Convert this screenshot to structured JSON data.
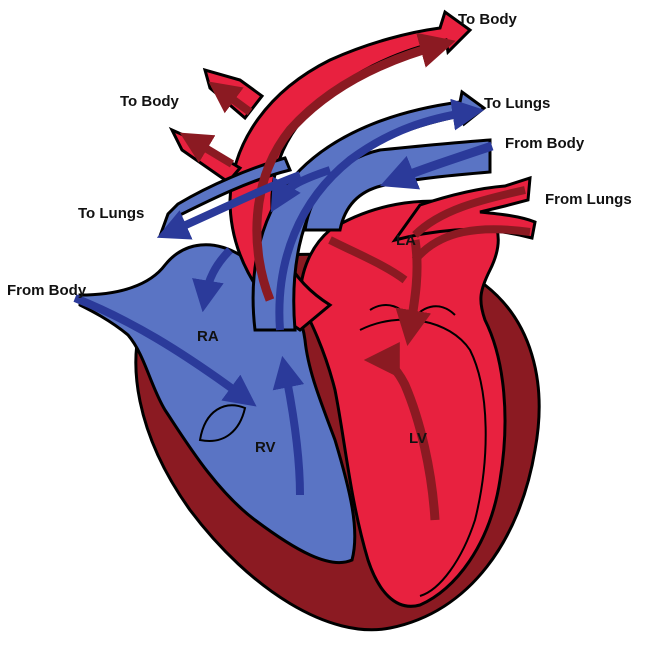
{
  "labels": {
    "to_body_top": "To Body",
    "to_body_left": "To Body",
    "to_lungs_right": "To Lungs",
    "from_body_right": "From Body",
    "to_lungs_left": "To Lungs",
    "from_lungs": "From Lungs",
    "from_body_left": "From Body"
  },
  "chambers": {
    "ra": "RA",
    "rv": "RV",
    "la": "LA",
    "lv": "LV"
  },
  "colors": {
    "oxygenated": "#e8213f",
    "deoxygenated": "#5a74c4",
    "muscle": "#8b1a22",
    "arrow_dark_red": "#8b1a22",
    "arrow_blue": "#2b3a9a",
    "outline": "#000000"
  }
}
